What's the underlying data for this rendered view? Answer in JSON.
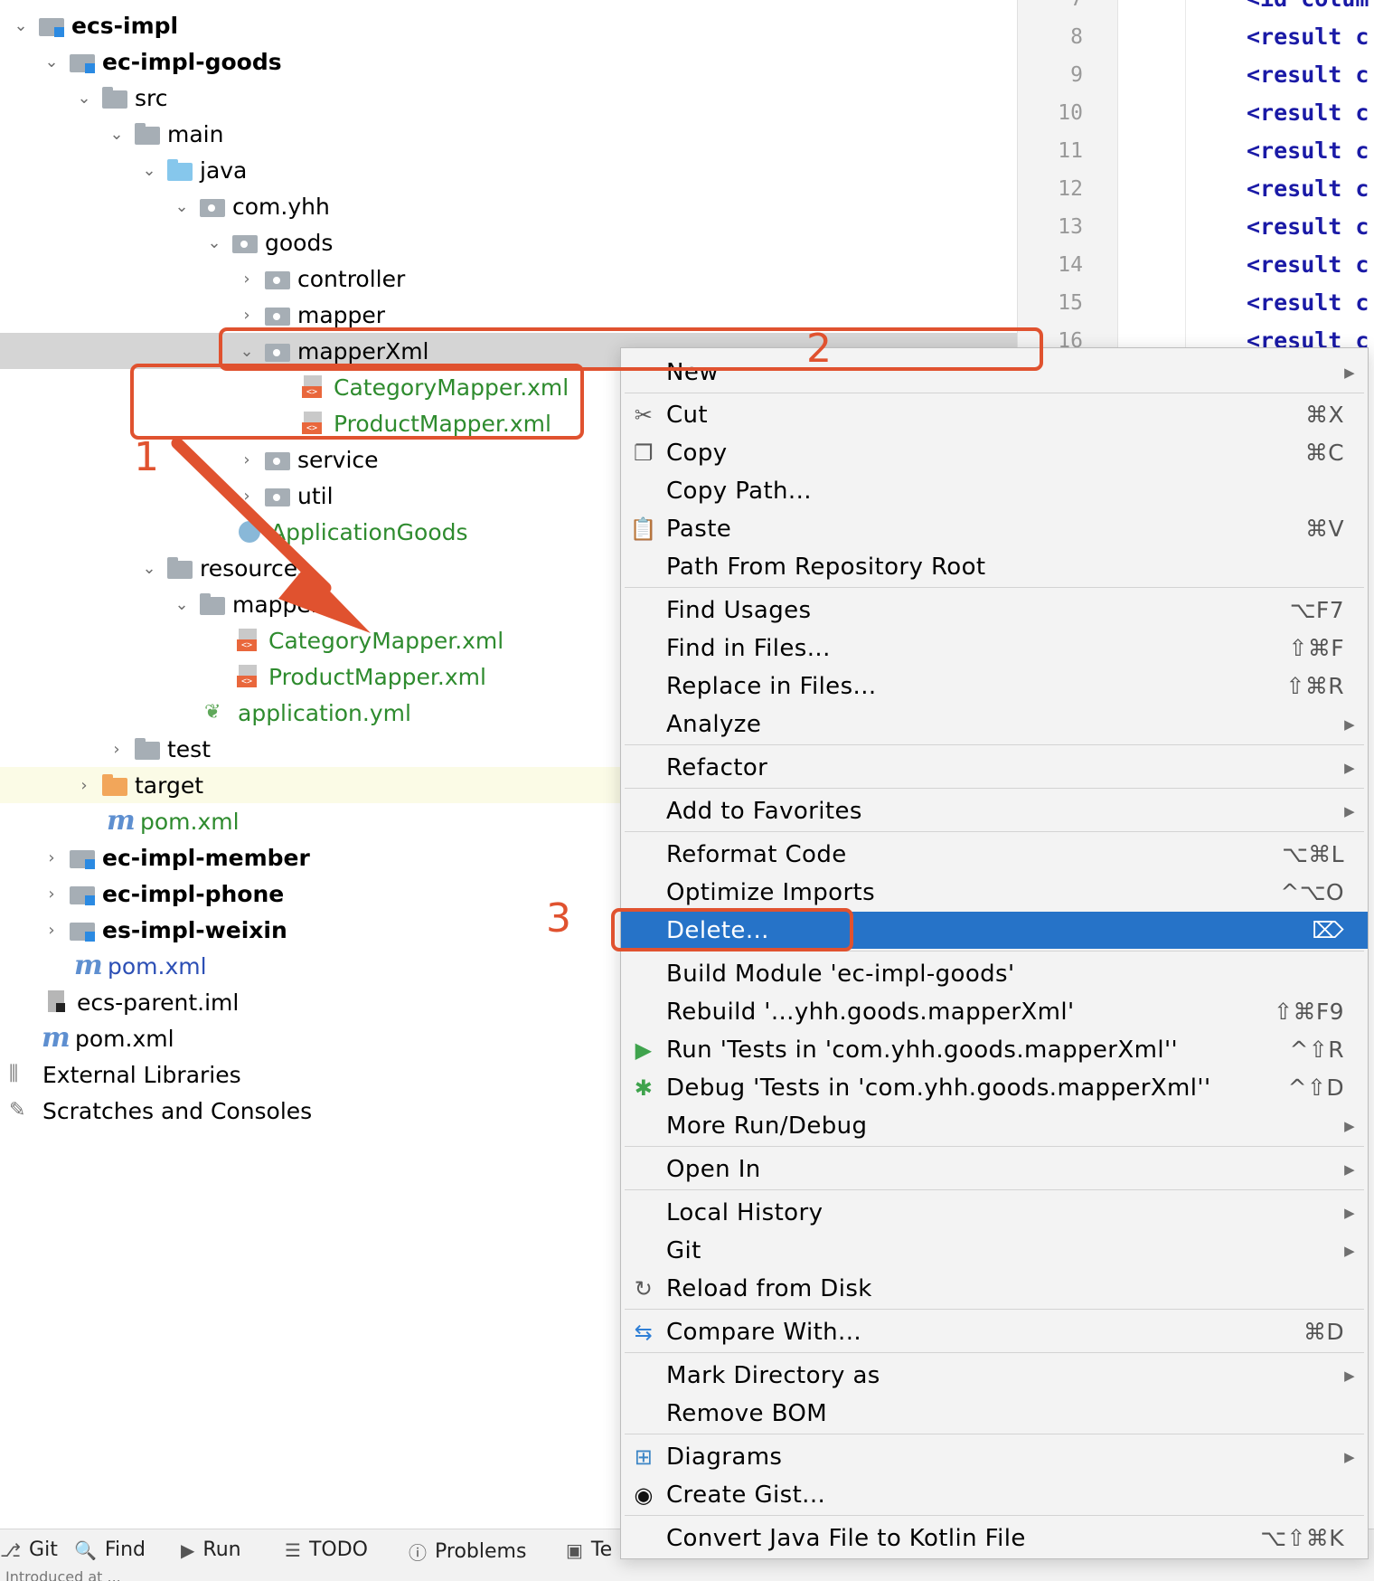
{
  "tree": {
    "items": [
      {
        "label": "ecs-impl"
      },
      {
        "label": "ec-impl-goods"
      },
      {
        "label": "src"
      },
      {
        "label": "main"
      },
      {
        "label": "java"
      },
      {
        "label": "com.yhh"
      },
      {
        "label": "goods"
      },
      {
        "label": "controller"
      },
      {
        "label": "mapper"
      },
      {
        "label": "mapperXml"
      },
      {
        "label": "CategoryMapper.xml"
      },
      {
        "label": "ProductMapper.xml"
      },
      {
        "label": "service"
      },
      {
        "label": "util"
      },
      {
        "label": "ApplicationGoods"
      },
      {
        "label": "resources"
      },
      {
        "label": "mapper"
      },
      {
        "label": "CategoryMapper.xml"
      },
      {
        "label": "ProductMapper.xml"
      },
      {
        "label": "application.yml"
      },
      {
        "label": "test"
      },
      {
        "label": "target"
      },
      {
        "label": "pom.xml"
      },
      {
        "label": "ec-impl-member"
      },
      {
        "label": "ec-impl-phone"
      },
      {
        "label": "es-impl-weixin"
      },
      {
        "label": "pom.xml"
      },
      {
        "label": "ecs-parent.iml"
      },
      {
        "label": "pom.xml"
      },
      {
        "label": "External Libraries"
      },
      {
        "label": "Scratches and Consoles"
      }
    ]
  },
  "editor": {
    "line_numbers": [
      "7",
      "8",
      "9",
      "10",
      "11",
      "12",
      "13",
      "14",
      "15",
      "16"
    ],
    "code_top": "<id colum",
    "code_line": "<result c"
  },
  "context_menu": {
    "items": [
      {
        "label": "New",
        "shortcut": "",
        "submenu": true,
        "icon": ""
      },
      {
        "label": "Cut",
        "shortcut": "⌘X",
        "submenu": false,
        "icon": "✂"
      },
      {
        "label": "Copy",
        "shortcut": "⌘C",
        "submenu": false,
        "icon": "❐"
      },
      {
        "label": "Copy Path...",
        "shortcut": "",
        "submenu": false,
        "icon": ""
      },
      {
        "label": "Paste",
        "shortcut": "⌘V",
        "submenu": false,
        "icon": "📋"
      },
      {
        "label": "Path From Repository Root",
        "shortcut": "",
        "submenu": false,
        "icon": ""
      },
      {
        "label": "Find Usages",
        "shortcut": "⌥F7",
        "submenu": false,
        "icon": ""
      },
      {
        "label": "Find in Files...",
        "shortcut": "⇧⌘F",
        "submenu": false,
        "icon": ""
      },
      {
        "label": "Replace in Files...",
        "shortcut": "⇧⌘R",
        "submenu": false,
        "icon": ""
      },
      {
        "label": "Analyze",
        "shortcut": "",
        "submenu": true,
        "icon": ""
      },
      {
        "label": "Refactor",
        "shortcut": "",
        "submenu": true,
        "icon": ""
      },
      {
        "label": "Add to Favorites",
        "shortcut": "",
        "submenu": true,
        "icon": ""
      },
      {
        "label": "Reformat Code",
        "shortcut": "⌥⌘L",
        "submenu": false,
        "icon": ""
      },
      {
        "label": "Optimize Imports",
        "shortcut": "^⌥O",
        "submenu": false,
        "icon": ""
      },
      {
        "label": "Delete...",
        "shortcut": "⌦",
        "submenu": false,
        "icon": "",
        "active": true
      },
      {
        "label": "Build Module 'ec-impl-goods'",
        "shortcut": "",
        "submenu": false,
        "icon": ""
      },
      {
        "label": "Rebuild '...yhh.goods.mapperXml'",
        "shortcut": "⇧⌘F9",
        "submenu": false,
        "icon": ""
      },
      {
        "label": "Run 'Tests in 'com.yhh.goods.mapperXml''",
        "shortcut": "^⇧R",
        "submenu": false,
        "icon": "▶"
      },
      {
        "label": "Debug 'Tests in 'com.yhh.goods.mapperXml''",
        "shortcut": "^⇧D",
        "submenu": false,
        "icon": "✱"
      },
      {
        "label": "More Run/Debug",
        "shortcut": "",
        "submenu": true,
        "icon": ""
      },
      {
        "label": "Open In",
        "shortcut": "",
        "submenu": true,
        "icon": ""
      },
      {
        "label": "Local History",
        "shortcut": "",
        "submenu": true,
        "icon": ""
      },
      {
        "label": "Git",
        "shortcut": "",
        "submenu": true,
        "icon": ""
      },
      {
        "label": "Reload from Disk",
        "shortcut": "",
        "submenu": false,
        "icon": "↻"
      },
      {
        "label": "Compare With...",
        "shortcut": "⌘D",
        "submenu": false,
        "icon": "⇆"
      },
      {
        "label": "Mark Directory as",
        "shortcut": "",
        "submenu": true,
        "icon": ""
      },
      {
        "label": "Remove BOM",
        "shortcut": "",
        "submenu": false,
        "icon": ""
      },
      {
        "label": "Diagrams",
        "shortcut": "",
        "submenu": true,
        "icon": "⊞"
      },
      {
        "label": "Create Gist...",
        "shortcut": "",
        "submenu": false,
        "icon": "◉"
      },
      {
        "label": "Convert Java File to Kotlin File",
        "shortcut": "⌥⇧⌘K",
        "submenu": false,
        "icon": ""
      }
    ]
  },
  "bottom_bar": {
    "tabs": [
      {
        "label": "Git",
        "icon": "⎇"
      },
      {
        "label": "Find",
        "icon": "🔍"
      },
      {
        "label": "Run",
        "icon": "▶"
      },
      {
        "label": "TODO",
        "icon": "☰"
      },
      {
        "label": "Problems",
        "icon": "ⓘ"
      },
      {
        "label": "Te",
        "icon": "▣"
      }
    ],
    "status_text": "Introduced at ..."
  },
  "annotations": {
    "labels": [
      "1",
      "2",
      "3"
    ],
    "color": "#e0522f"
  },
  "colors": {
    "selection_bg": "#d5d5d5",
    "menu_active": "#2673c8",
    "annotation": "#e0522f",
    "green_file": "#2e8b2e"
  }
}
